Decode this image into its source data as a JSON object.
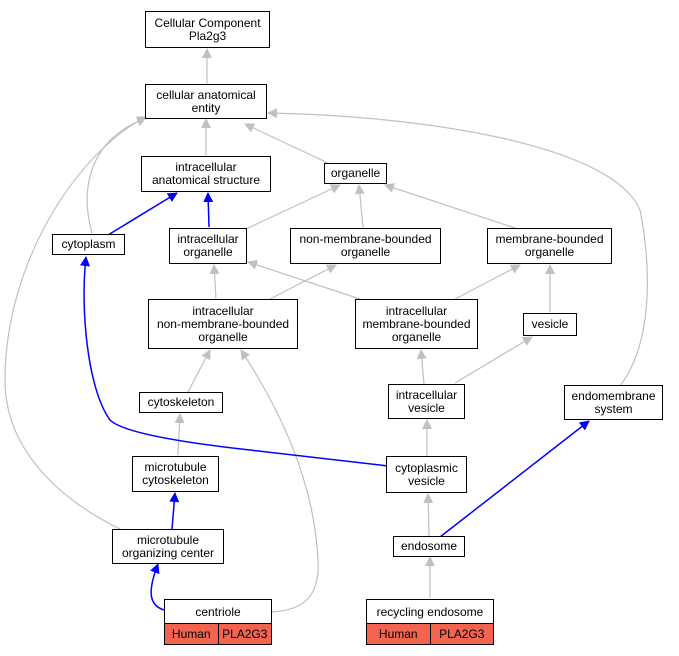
{
  "nodes": {
    "cc": [
      "Cellular Component",
      "Pla2g3"
    ],
    "cae": [
      "cellular anatomical",
      "entity"
    ],
    "ias": [
      "intracellular",
      "anatomical structure"
    ],
    "organelle": [
      "organelle"
    ],
    "cytoplasm": [
      "cytoplasm"
    ],
    "io": [
      "intracellular",
      "organelle"
    ],
    "nmbo": [
      "non-membrane-bounded",
      "organelle"
    ],
    "mbo": [
      "membrane-bounded",
      "organelle"
    ],
    "inmbo": [
      "intracellular",
      "non-membrane-bounded",
      "organelle"
    ],
    "imbo": [
      "intracellular",
      "membrane-bounded",
      "organelle"
    ],
    "vesicle": [
      "vesicle"
    ],
    "cytoskeleton": [
      "cytoskeleton"
    ],
    "iv": [
      "intracellular",
      "vesicle"
    ],
    "es": [
      "endomembrane",
      "system"
    ],
    "mc": [
      "microtubule",
      "cytoskeleton"
    ],
    "cv": [
      "cytoplasmic",
      "vesicle"
    ],
    "moc": [
      "microtubule",
      "organizing center"
    ],
    "endosome": [
      "endosome"
    ]
  },
  "leaves": {
    "centriole": {
      "title": "centriole",
      "species": "Human",
      "gene": "PLA2G3"
    },
    "re": {
      "title": "recycling endosome",
      "species": "Human",
      "gene": "PLA2G3"
    }
  },
  "colors": {
    "gray_edge": "#c0c0c0",
    "blue_edge": "#0000ff",
    "annotation": "#f26450"
  }
}
